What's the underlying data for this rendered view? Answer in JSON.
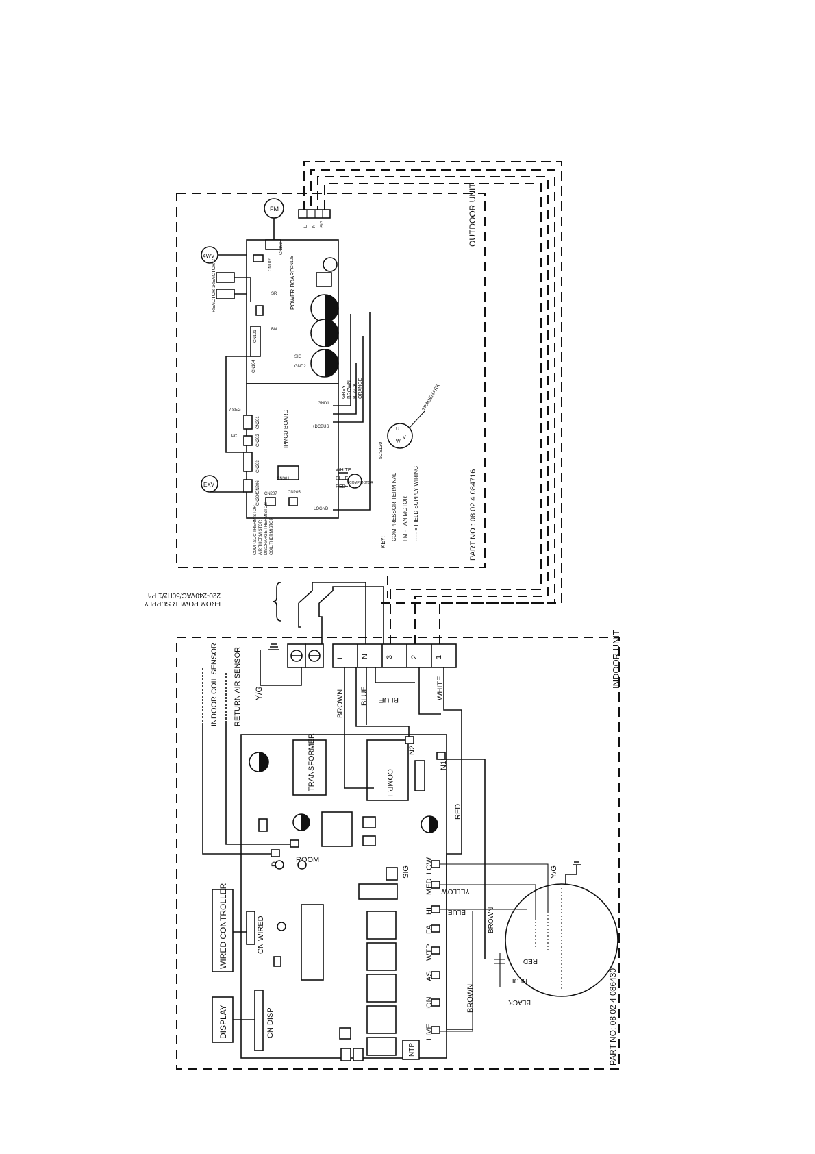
{
  "indoor": {
    "title": "INDOOR UNIT",
    "part_no": "PART NO: 08 02 4 086430",
    "display": "DISPLAY",
    "wired_controller": "WIRED CONTROLLER",
    "cn_disp": "CN DISP",
    "cn_wired": "CN WIRED",
    "indoor_coil_sensor": "INDOOR COIL SENSOR",
    "return_air_sensor": "RETURN AIR SENSOR",
    "transformer": "TRANSFORMER",
    "comp": "COMP.",
    "l_term": "L",
    "n1": "N1",
    "n2": "N2",
    "id": "ID",
    "room": "ROOM",
    "sig": "SIG",
    "red": "RED",
    "brown": "BROWN",
    "blue": "BLUE",
    "white": "WHITE",
    "yg": "Y/G",
    "ntp": "NTP",
    "connectors": [
      "LOW",
      "MED",
      "HI",
      "FA",
      "WTP",
      "AS",
      "ION",
      "LIVE"
    ],
    "motor": {
      "yg": "Y/G",
      "yellow": "YELLOW",
      "blue": "BLUE",
      "brown": "BROWN",
      "red": "RED",
      "blue2": "BLUE",
      "black": "BLACK"
    },
    "terminal_block": [
      "L",
      "N",
      "3",
      "2",
      "1"
    ]
  },
  "supply": {
    "line1": "FROM POWER SUPPLY",
    "line2": "220-240VAC/50Hz/1 Ph"
  },
  "outdoor": {
    "title": "OUTDOOR UNIT",
    "part_no": "PART NO : 08 02 4 084716",
    "fm": "FM",
    "fourwv": "4WV",
    "exv": "EXV",
    "reactor1": "REACTOR 1",
    "reactor2": "REACTOR 2",
    "power_board": "POWER BOARD",
    "ipmcu_board": "IPMCU BOARD",
    "comp_motor": "COMP MOTOR",
    "sensors": [
      "COMP.SUC THERMISTOR",
      "AIR THERMISTOR",
      "DISCHARGE THERMISTOR",
      "COIL THERMISTOR"
    ],
    "wire_colors": [
      "GREY",
      "BROWN",
      "BLACK",
      "ORANGE"
    ],
    "uvw": [
      "WHITE",
      "BLUE",
      "RED"
    ],
    "cn_labels": [
      "CN101",
      "CN102",
      "CN103",
      "CN104",
      "CN105",
      "CN201",
      "CN202",
      "CN203",
      "CN204",
      "CN205",
      "CN206",
      "CN207",
      "CN301"
    ],
    "misc": [
      "GND1",
      "GND2",
      "+DCBUS",
      "LOGND",
      "BN",
      "SIG",
      "7 SEG",
      "PC",
      "SR"
    ],
    "terminal_block": [
      "L",
      "N",
      "SIG"
    ],
    "key_title": "KEY:",
    "key_lines": [
      "COMPRESSOR TERMINAL",
      "FM - FAN MOTOR",
      "----- = FIELD SUPPLY WIRING"
    ],
    "trademark": "TRADEMARK",
    "code": "5CS130",
    "uvw_letters": [
      "U",
      "V",
      "W"
    ]
  }
}
